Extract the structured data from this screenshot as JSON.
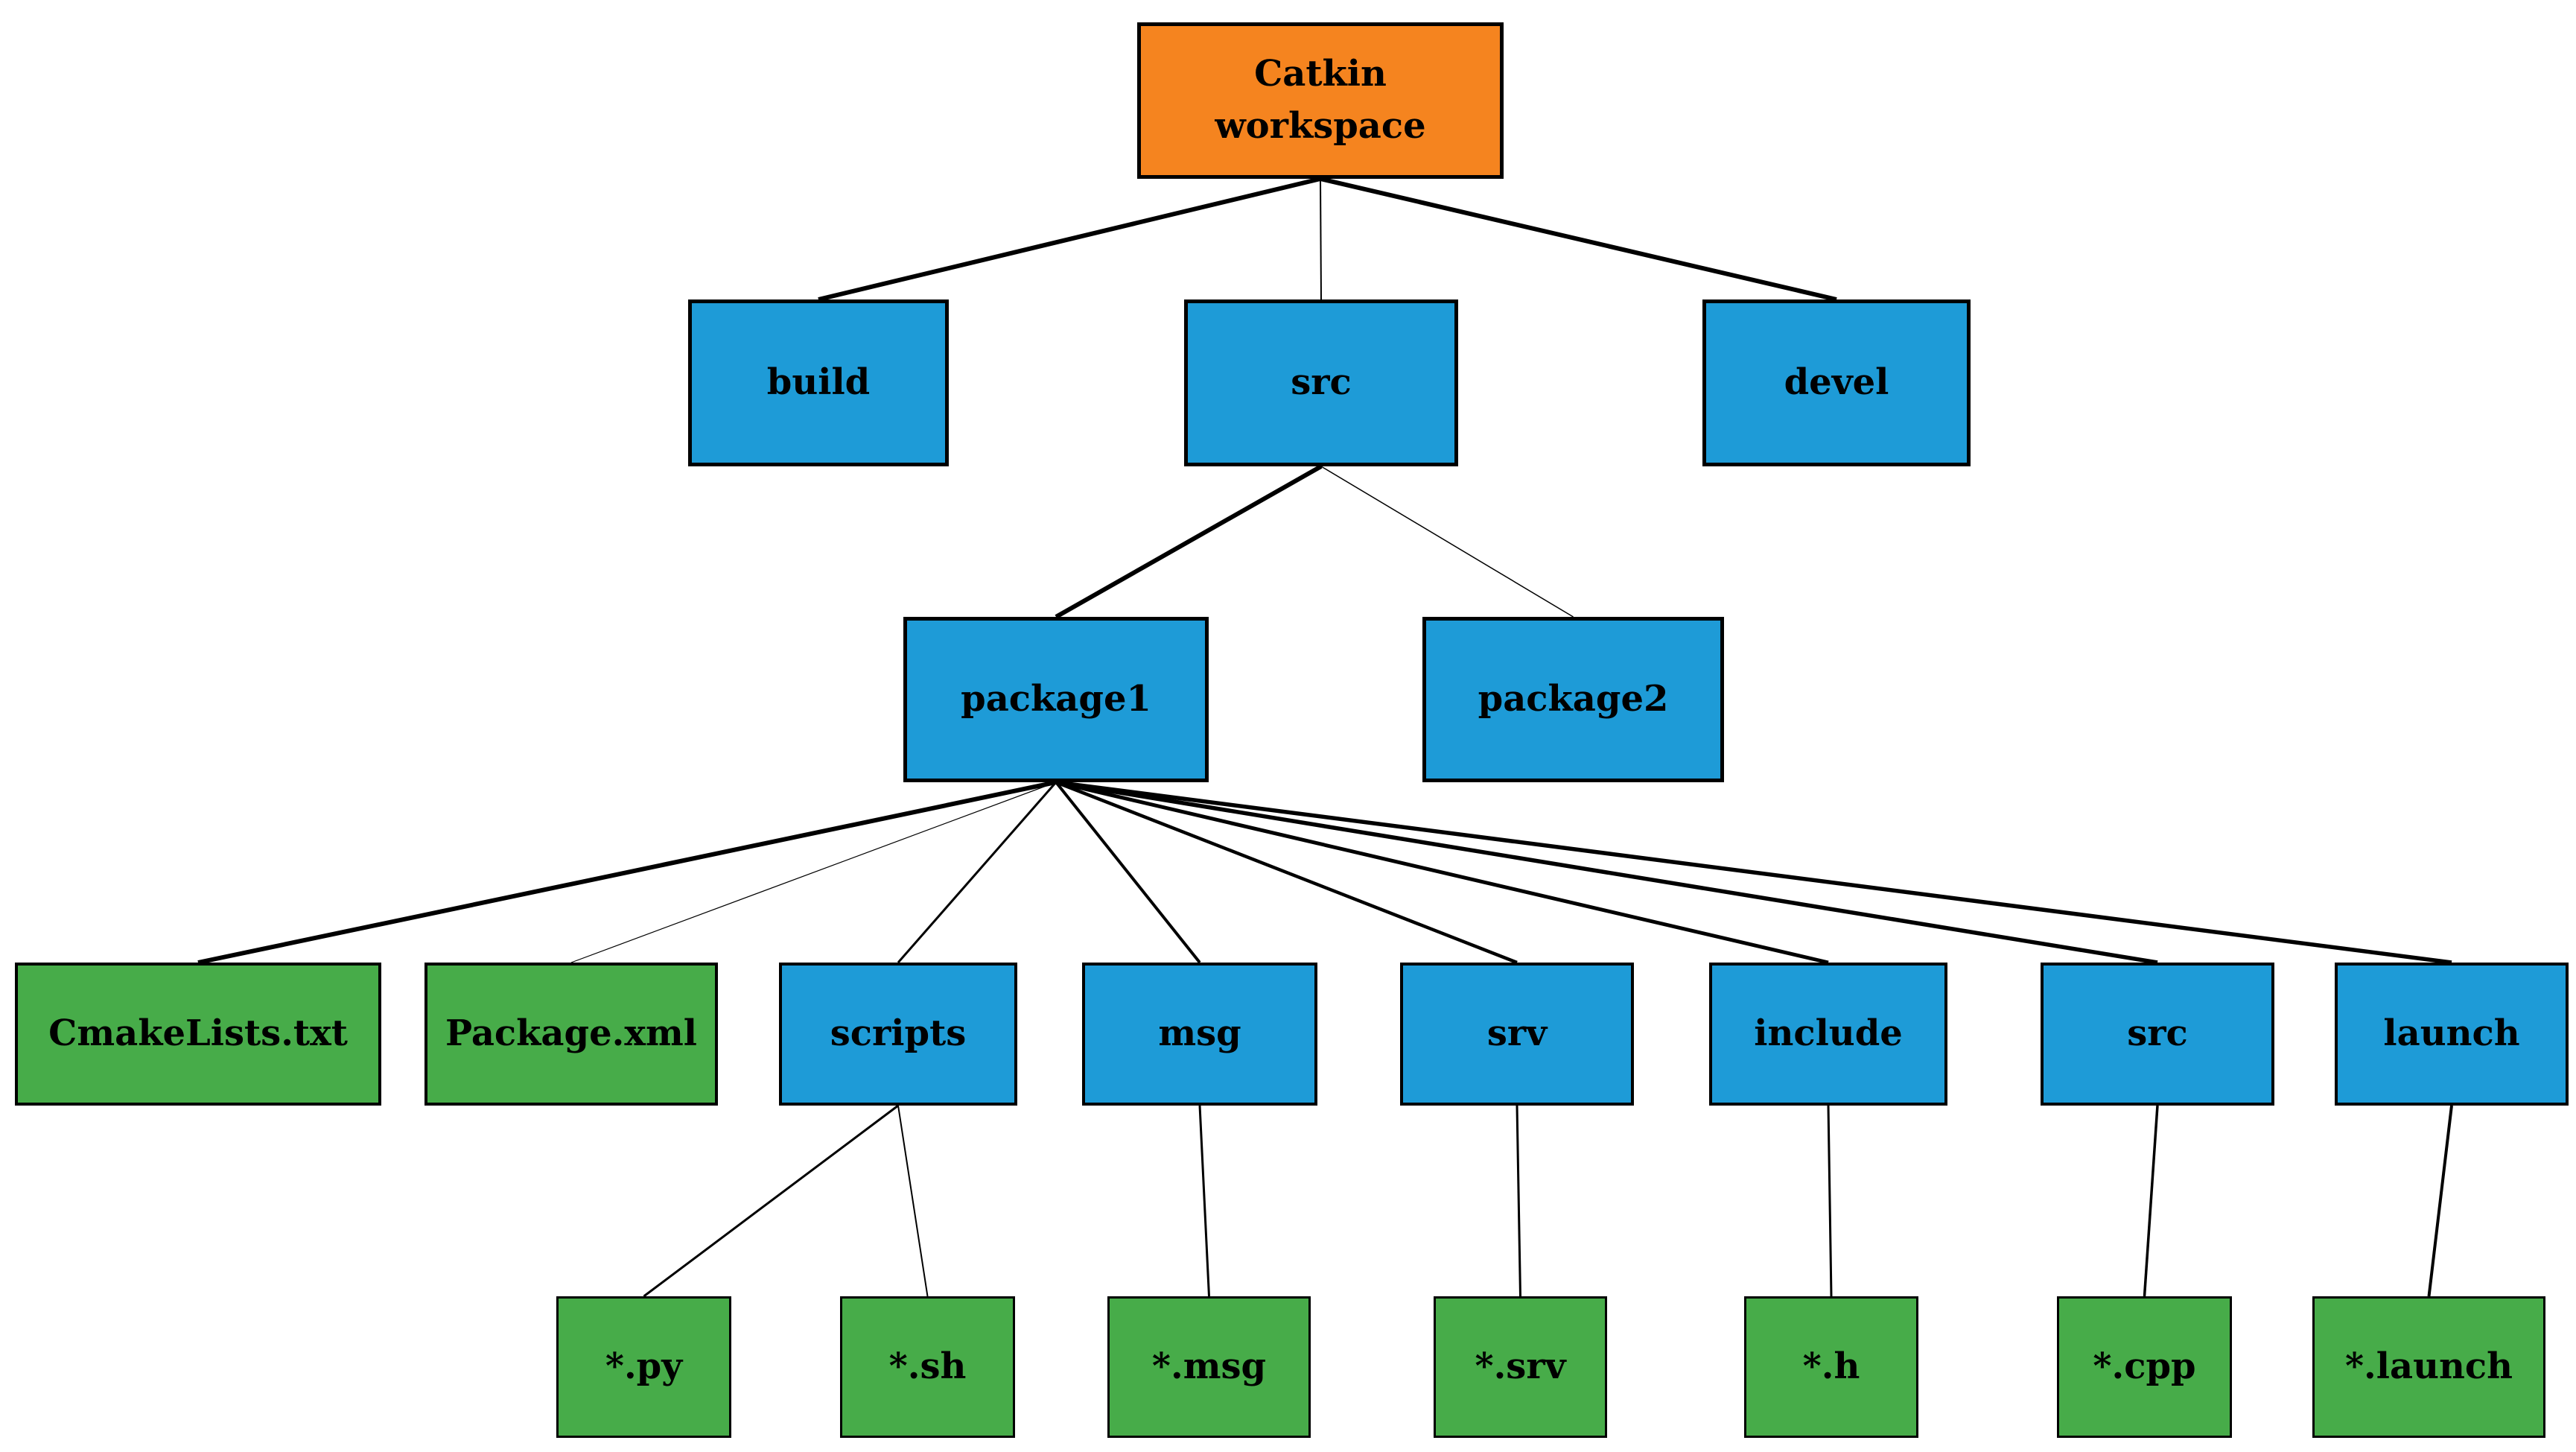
{
  "diagram": {
    "colors": {
      "root": "#F5841F",
      "folder": "#1E9BD7",
      "file": "#47AC49",
      "border": "#000000",
      "edge": "#000000",
      "background": "#FFFFFF"
    },
    "nodes": [
      {
        "id": "catkin",
        "label": "Catkin workspace",
        "type": "root"
      },
      {
        "id": "build",
        "label": "build",
        "type": "folder"
      },
      {
        "id": "src-top",
        "label": "src",
        "type": "folder"
      },
      {
        "id": "devel",
        "label": "devel",
        "type": "folder"
      },
      {
        "id": "package1",
        "label": "package1",
        "type": "folder"
      },
      {
        "id": "package2",
        "label": "package2",
        "type": "folder"
      },
      {
        "id": "cmakelists",
        "label": "CmakeLists.txt",
        "type": "file"
      },
      {
        "id": "packagexml",
        "label": "Package.xml",
        "type": "file"
      },
      {
        "id": "scripts",
        "label": "scripts",
        "type": "folder"
      },
      {
        "id": "msg",
        "label": "msg",
        "type": "folder"
      },
      {
        "id": "srv",
        "label": "srv",
        "type": "folder"
      },
      {
        "id": "include",
        "label": "include",
        "type": "folder"
      },
      {
        "id": "src-pkg",
        "label": "src",
        "type": "folder"
      },
      {
        "id": "launch",
        "label": "launch",
        "type": "folder"
      },
      {
        "id": "py-file",
        "label": "*.py",
        "type": "file"
      },
      {
        "id": "sh-file",
        "label": "*.sh",
        "type": "file"
      },
      {
        "id": "msg-file",
        "label": "*.msg",
        "type": "file"
      },
      {
        "id": "srv-file",
        "label": "*.srv",
        "type": "file"
      },
      {
        "id": "h-file",
        "label": "*.h",
        "type": "file"
      },
      {
        "id": "cpp-file",
        "label": "*.cpp",
        "type": "file"
      },
      {
        "id": "launch-file",
        "label": "*.launch",
        "type": "file"
      }
    ],
    "edges": [
      {
        "from": "catkin",
        "to": "build",
        "weight": 6
      },
      {
        "from": "catkin",
        "to": "src-top",
        "weight": 2
      },
      {
        "from": "catkin",
        "to": "devel",
        "weight": 6
      },
      {
        "from": "src-top",
        "to": "package1",
        "weight": 6
      },
      {
        "from": "src-top",
        "to": "package2",
        "weight": 1.5
      },
      {
        "from": "package1",
        "to": "cmakelists",
        "weight": 6
      },
      {
        "from": "package1",
        "to": "packagexml",
        "weight": 1.2
      },
      {
        "from": "package1",
        "to": "scripts",
        "weight": 3
      },
      {
        "from": "package1",
        "to": "msg",
        "weight": 4
      },
      {
        "from": "package1",
        "to": "srv",
        "weight": 4.5
      },
      {
        "from": "package1",
        "to": "include",
        "weight": 5
      },
      {
        "from": "package1",
        "to": "src-pkg",
        "weight": 5.5
      },
      {
        "from": "package1",
        "to": "launch",
        "weight": 5.5
      },
      {
        "from": "scripts",
        "to": "py-file",
        "weight": 3
      },
      {
        "from": "scripts",
        "to": "sh-file",
        "weight": 2
      },
      {
        "from": "msg",
        "to": "msg-file",
        "weight": 3
      },
      {
        "from": "srv",
        "to": "srv-file",
        "weight": 3
      },
      {
        "from": "include",
        "to": "h-file",
        "weight": 3
      },
      {
        "from": "src-pkg",
        "to": "cpp-file",
        "weight": 3.5
      },
      {
        "from": "launch",
        "to": "launch-file",
        "weight": 4
      }
    ]
  }
}
